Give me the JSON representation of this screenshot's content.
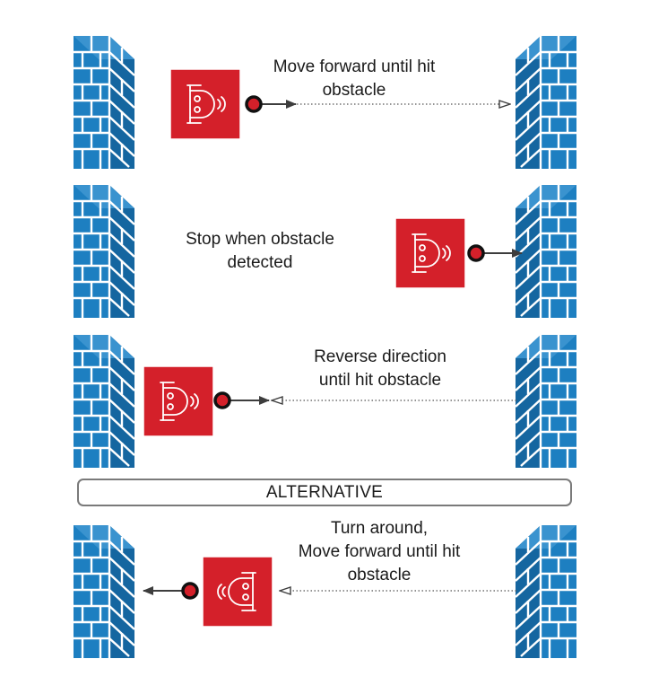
{
  "scenes": [
    {
      "caption": [
        "Move forward until hit",
        "obstacle"
      ]
    },
    {
      "caption": [
        "Stop when obstacle",
        "detected"
      ]
    },
    {
      "caption": [
        "Reverse direction",
        "until hit obstacle"
      ]
    },
    {
      "caption": [
        "Turn around,",
        "Move forward until hit",
        "obstacle"
      ]
    }
  ],
  "separator": {
    "label": "ALTERNATIVE"
  },
  "colors": {
    "wall_front": "#1d7fc1",
    "wall_side": "#1566a0",
    "mortar": "#ffffff",
    "robot_fill": "#d4202a",
    "robot_border": "#ffffff",
    "sensor_dot": "#d4202a",
    "arrow": "#3d3d3d",
    "banner_border": "#7a7a7a"
  },
  "icons": [
    "brick-wall-icon",
    "robot-icon",
    "sensor-dot-icon",
    "arrow-icon"
  ]
}
